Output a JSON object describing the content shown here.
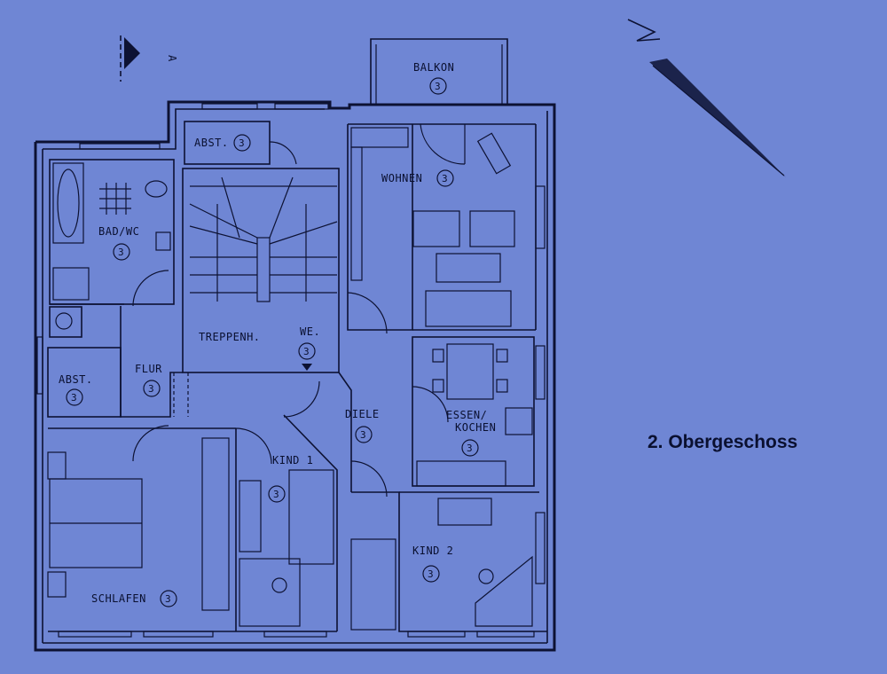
{
  "plan": {
    "floor_title": "2. Obergeschoss",
    "section_marker": "A",
    "rooms": [
      {
        "name": "BALKON",
        "number": "3"
      },
      {
        "name": "ABST.",
        "number": "3"
      },
      {
        "name": "WOHNEN",
        "number": "3"
      },
      {
        "name": "BAD/WC",
        "number": "3"
      },
      {
        "name": "TREPPENH.",
        "number": ""
      },
      {
        "name": "WE.",
        "number": "3"
      },
      {
        "name": "ABST.",
        "number": "3"
      },
      {
        "name": "FLUR",
        "number": "3"
      },
      {
        "name": "DIELE",
        "number": "3"
      },
      {
        "name": "ESSEN/",
        "number": ""
      },
      {
        "name": "KOCHEN",
        "number": "3"
      },
      {
        "name": "KIND 1",
        "number": "3"
      },
      {
        "name": "KIND 2",
        "number": "3"
      },
      {
        "name": "SCHLAFEN",
        "number": "3"
      }
    ]
  },
  "colors": {
    "paper": "#6f86d4",
    "ink": "#0d1233"
  }
}
